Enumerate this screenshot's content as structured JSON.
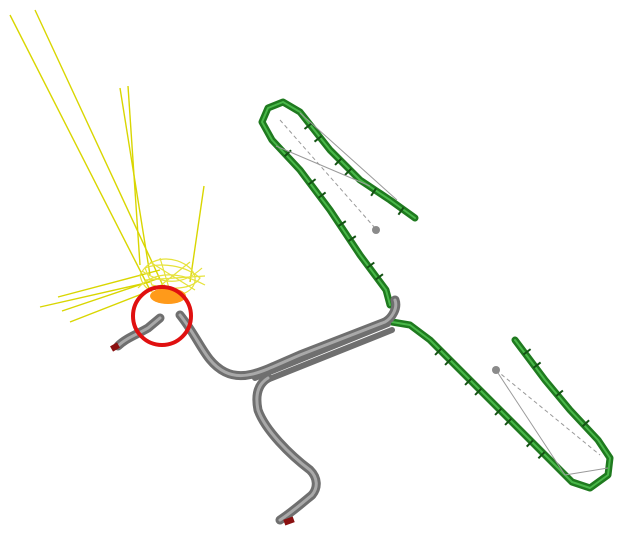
{
  "viewport": {
    "background_color": "#ffffff"
  },
  "colors": {
    "trunk_pipe": "#6f6f6f",
    "trunk_highlight": "#a9a9a9",
    "loop_pipe": "#1f7a1f",
    "loop_highlight": "#49b849",
    "loop_teeth": "#145214",
    "guide_lines": "#d9d600",
    "guide_cluster": "#e6e23a",
    "cluster_orange": "#ff9a1a",
    "selection_ring": "#e01010",
    "center_line": "#9a9a9a",
    "node_point": "#8a8a8a",
    "end_fitting": "#8a1010"
  },
  "scene": {
    "objects": [
      {
        "name": "main-trunk-pipe",
        "icon": "pipe-run"
      },
      {
        "name": "upper-green-loop",
        "icon": "loop-coil"
      },
      {
        "name": "lower-green-loop",
        "icon": "loop-coil"
      },
      {
        "name": "yellow-guide-lines",
        "icon": "wireframe-rays"
      },
      {
        "name": "selection-circle",
        "icon": "selection-ring"
      }
    ]
  }
}
